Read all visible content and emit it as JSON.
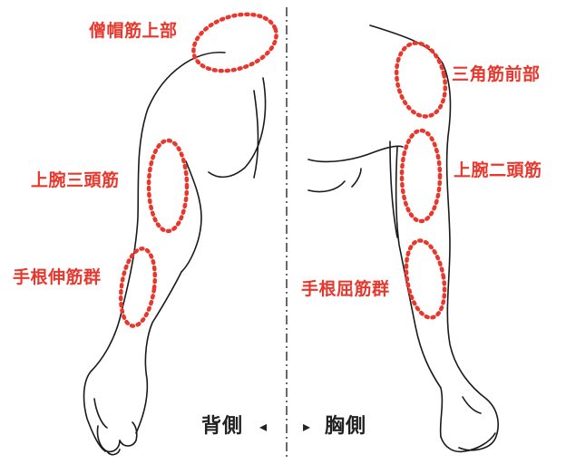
{
  "labels": {
    "trapezius_upper": "僧帽筋上部",
    "triceps": "上腕三頭筋",
    "wrist_extensors": "手根伸筋群",
    "deltoid_anterior": "三角筋前部",
    "biceps": "上腕二頭筋",
    "wrist_flexors": "手根屈筋群"
  },
  "sides": {
    "back": "背側",
    "back_arrow": "◂",
    "chest_arrow": "▸",
    "chest": "胸側"
  },
  "colors": {
    "highlight": "#e8382d",
    "outline": "#1a1a1a"
  }
}
